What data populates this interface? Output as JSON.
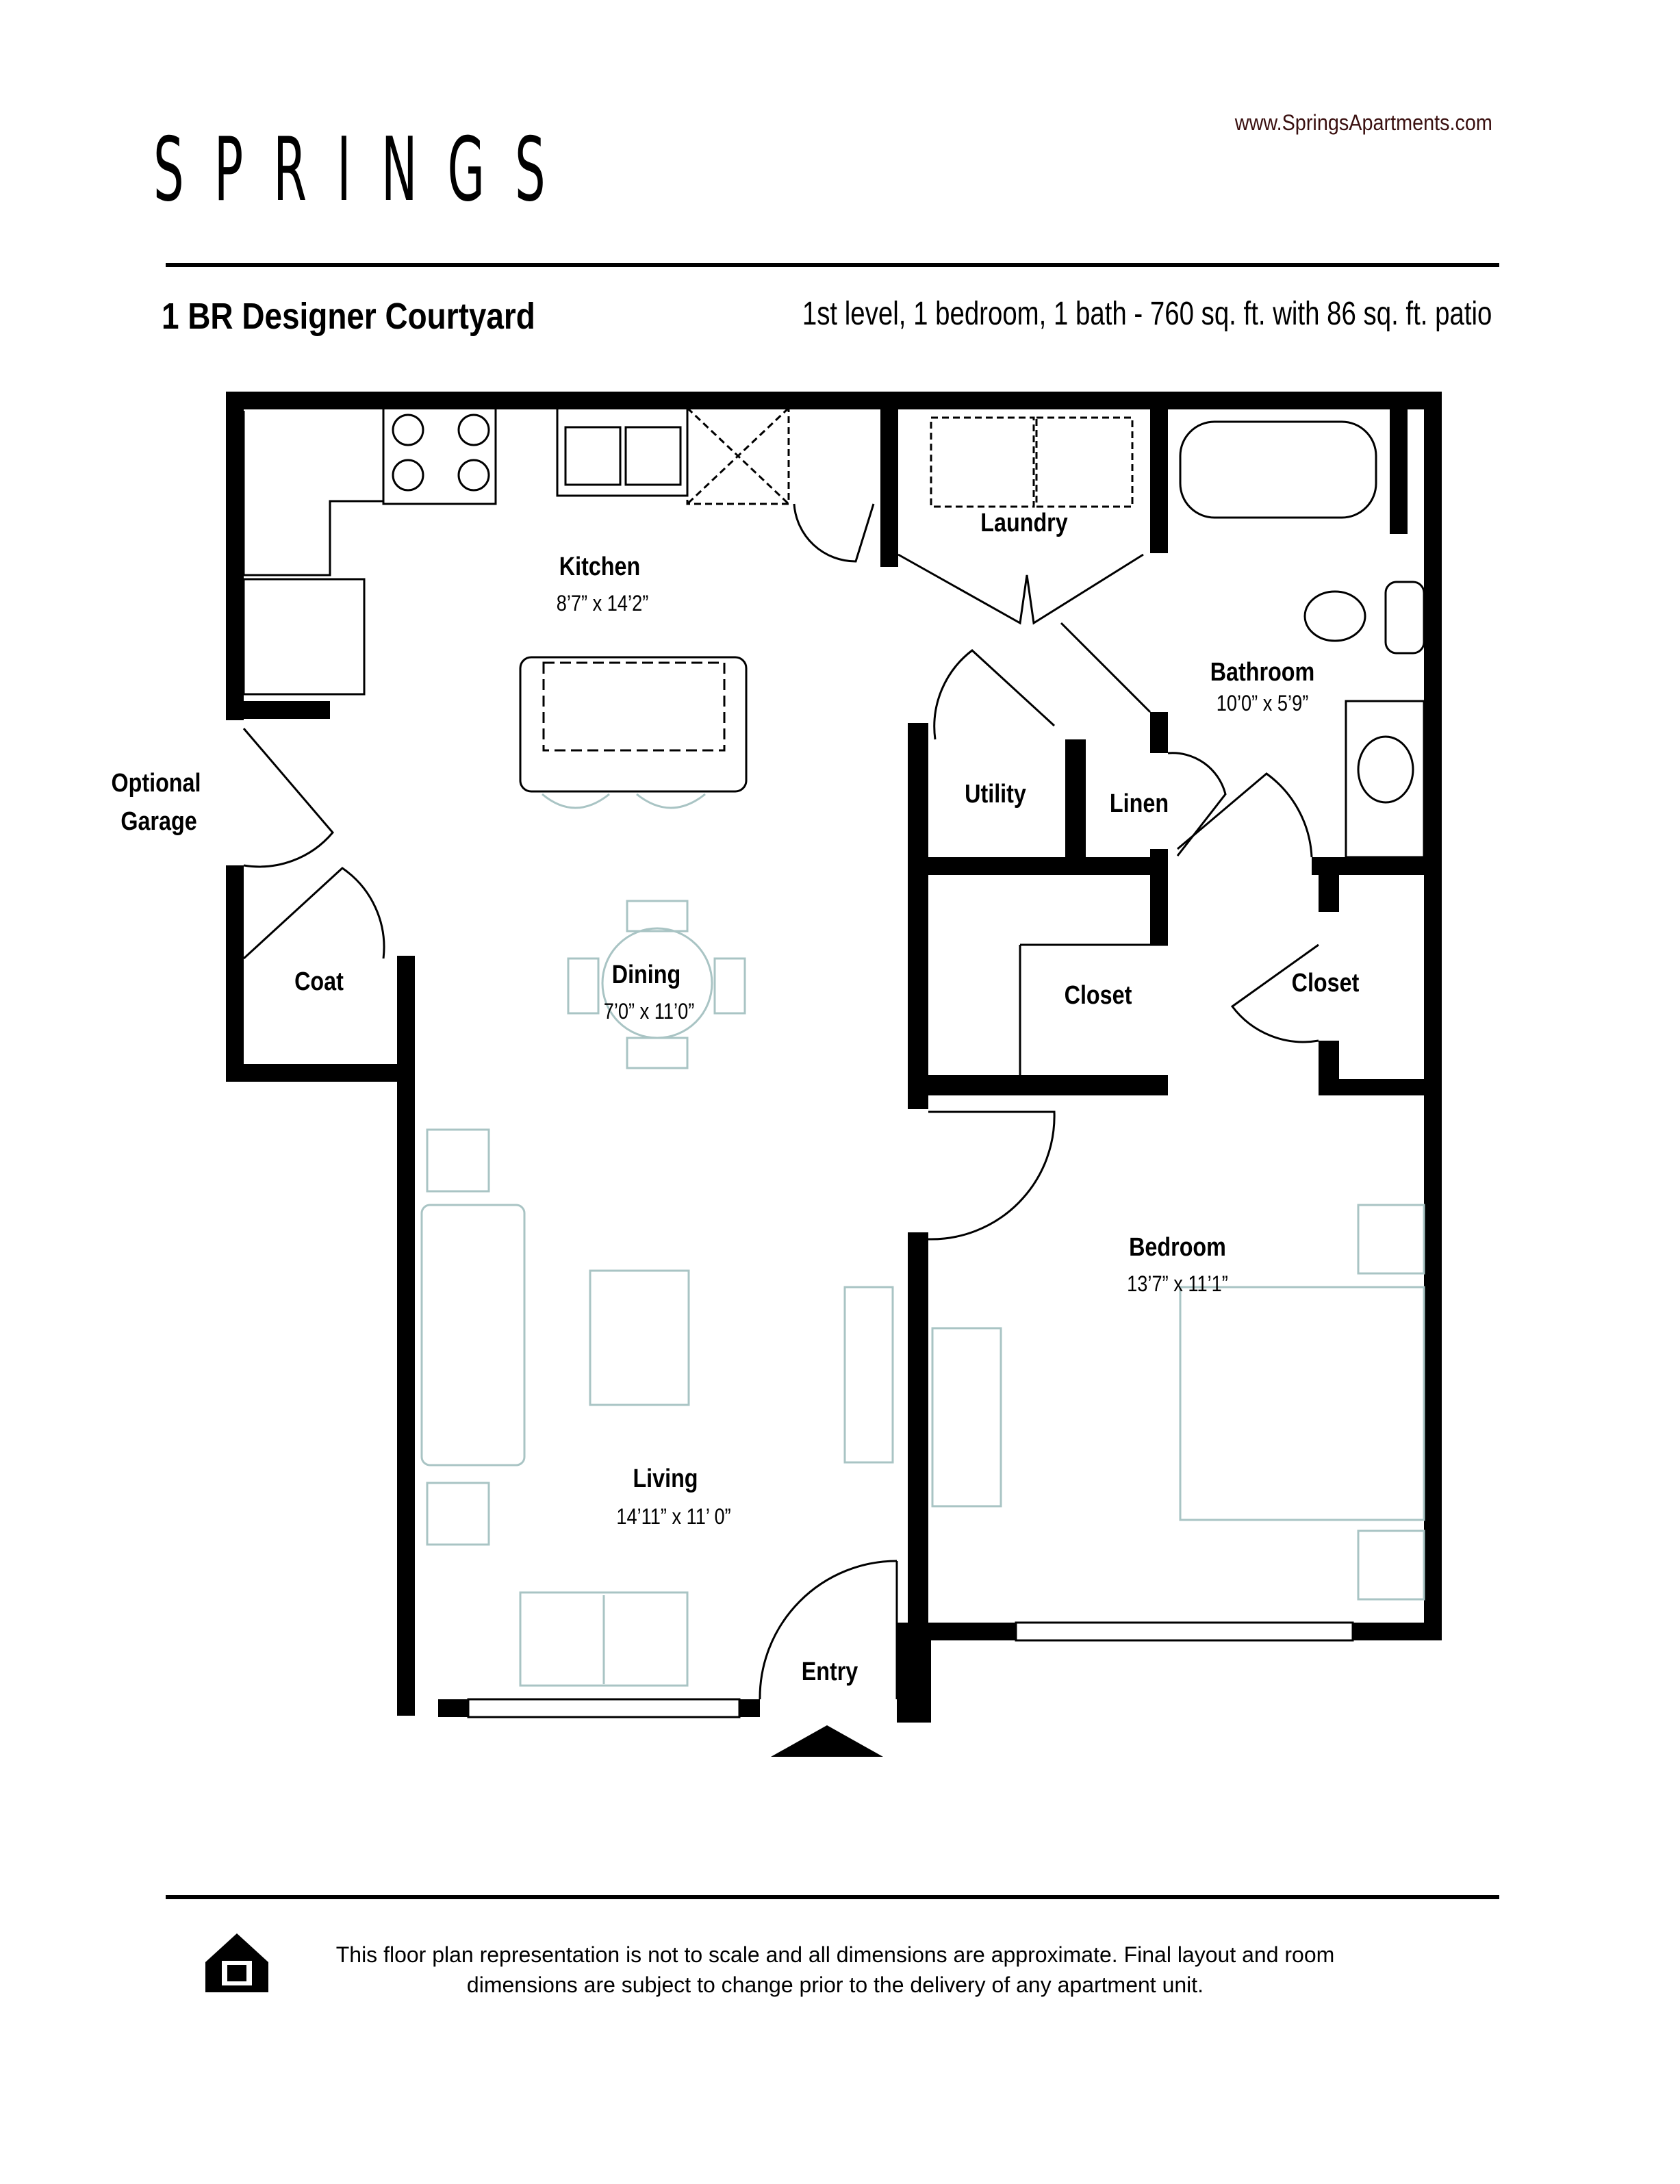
{
  "header": {
    "logo": "SPRINGS",
    "website": "www.SpringsApartments.com"
  },
  "plan": {
    "title": "1 BR Designer Courtyard",
    "description": "1st level, 1 bedroom, 1 bath - 760 sq. ft. with 86 sq. ft. patio"
  },
  "rooms": {
    "kitchen": {
      "label": "Kitchen",
      "dim": "8’7” x 14’2”"
    },
    "laundry": {
      "label": "Laundry"
    },
    "bathroom": {
      "label": "Bathroom",
      "dim": "10’0” x 5’9”"
    },
    "utility": {
      "label": "Utility"
    },
    "linen": {
      "label": "Linen"
    },
    "garage": {
      "label_1": "Optional",
      "label_2": "Garage"
    },
    "coat": {
      "label": "Coat"
    },
    "dining": {
      "label": "Dining",
      "dim": "7’0” x 11’0”"
    },
    "closet_1": {
      "label": "Closet"
    },
    "closet_2": {
      "label": "Closet"
    },
    "bedroom": {
      "label": "Bedroom",
      "dim": "13’7” x 11’1”"
    },
    "living": {
      "label": "Living",
      "dim": "14’11” x 11’ 0”"
    },
    "entry": {
      "label": "Entry"
    }
  },
  "footer": {
    "disclaimer": "This floor plan representation is not to scale and all dimensions are approximate. Final layout and room dimensions are subject to change prior to the delivery of any apartment unit.",
    "equal_housing_logo": "EQUAL HOUSING OPPORTUNITY"
  },
  "colors": {
    "wall": "#000000",
    "furniture": "#a9c4c4",
    "url": "#3a1010"
  }
}
